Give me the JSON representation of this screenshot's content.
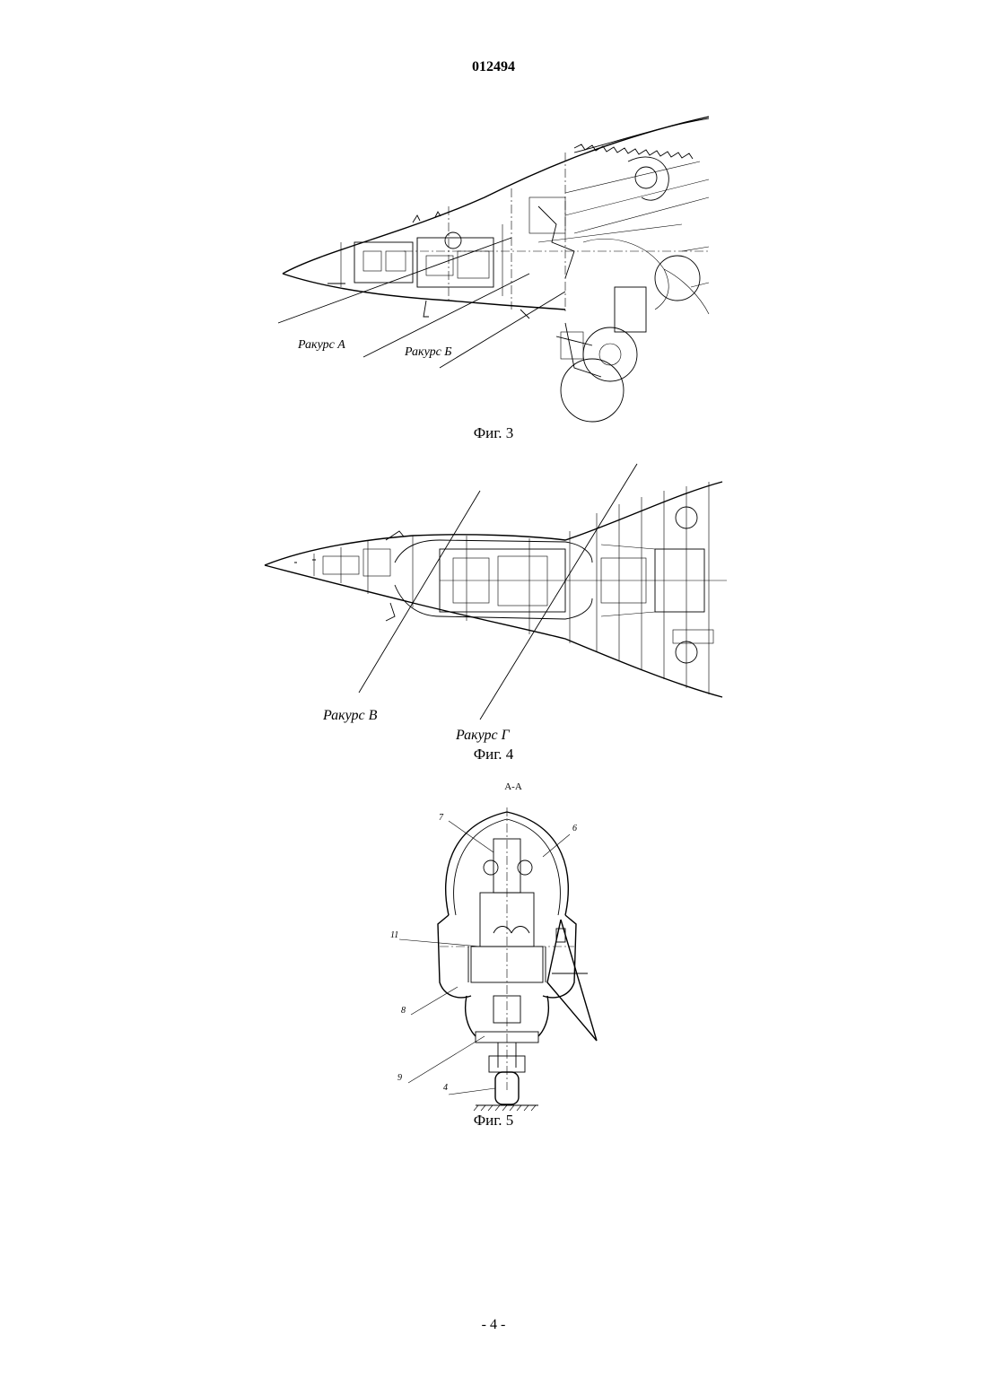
{
  "header": {
    "document_number": "012494"
  },
  "figures": [
    {
      "caption": "Фиг. 3",
      "view_labels": [
        "Ракурс А",
        "Ракурс Б"
      ]
    },
    {
      "caption": "Фиг. 4",
      "view_labels": [
        "Ракурс В",
        "Ракурс Г"
      ]
    },
    {
      "caption": "Фиг. 5",
      "section_label": "А-А",
      "callouts": [
        "7",
        "6",
        "11",
        "8",
        "9",
        "4"
      ]
    }
  ],
  "footer": {
    "page_number": "- 4 -"
  }
}
